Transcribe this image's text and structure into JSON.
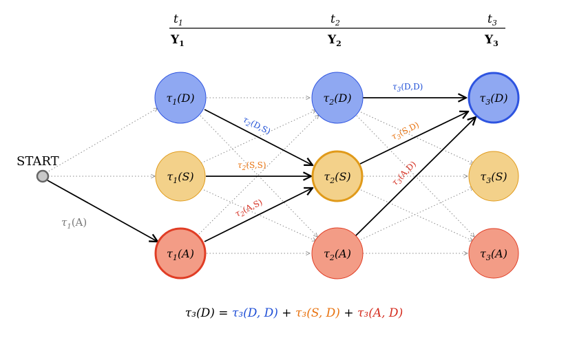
{
  "header": {
    "times": [
      {
        "t": "t",
        "t_sub": "1",
        "y": "Y",
        "y_sub": "1"
      },
      {
        "t": "t",
        "t_sub": "2",
        "y": "Y",
        "y_sub": "2"
      },
      {
        "t": "t",
        "t_sub": "3",
        "y": "Y",
        "y_sub": "3"
      }
    ]
  },
  "start_label": "START",
  "start_edge_label": {
    "sym": "τ",
    "sub": "1",
    "arg": "(A)"
  },
  "colors": {
    "D_fill": "#8fa8f2",
    "D_stroke": "#2e54e0",
    "S_fill": "#f3d18a",
    "S_stroke": "#e09a1a",
    "A_fill": "#f39c86",
    "A_stroke": "#e03d25",
    "blue_text": "#1f4fd6",
    "orange_text": "#e8720e",
    "red_text": "#d42c1e",
    "gray_text": "#777777"
  },
  "nodes": [
    {
      "sym": "τ",
      "sub": "1",
      "arg": "(D)"
    },
    {
      "sym": "τ",
      "sub": "1",
      "arg": "(S)"
    },
    {
      "sym": "τ",
      "sub": "1",
      "arg": "(A)"
    },
    {
      "sym": "τ",
      "sub": "2",
      "arg": "(D)"
    },
    {
      "sym": "τ",
      "sub": "2",
      "arg": "(S)"
    },
    {
      "sym": "τ",
      "sub": "2",
      "arg": "(A)"
    },
    {
      "sym": "τ",
      "sub": "3",
      "arg": "(D)"
    },
    {
      "sym": "τ",
      "sub": "3",
      "arg": "(S)"
    },
    {
      "sym": "τ",
      "sub": "3",
      "arg": "(A)"
    }
  ],
  "edge_labels": [
    {
      "sym": "τ",
      "sub": "2",
      "arg": "(D,S)"
    },
    {
      "sym": "τ",
      "sub": "2",
      "arg": "(S,S)"
    },
    {
      "sym": "τ",
      "sub": "2",
      "arg": "(A,S)"
    },
    {
      "sym": "τ",
      "sub": "3",
      "arg": "(D,D)"
    },
    {
      "sym": "τ",
      "sub": "3",
      "arg": "(S,D)"
    },
    {
      "sym": "τ",
      "sub": "3",
      "arg": "(A,D)"
    }
  ],
  "equation": {
    "lhs": "τ₃(D) = ",
    "term_d": "τ₃(D, D)",
    "plus1": " + ",
    "term_s": "τ₃(S, D)",
    "plus2": " + ",
    "term_a": "τ₃(A, D)"
  }
}
